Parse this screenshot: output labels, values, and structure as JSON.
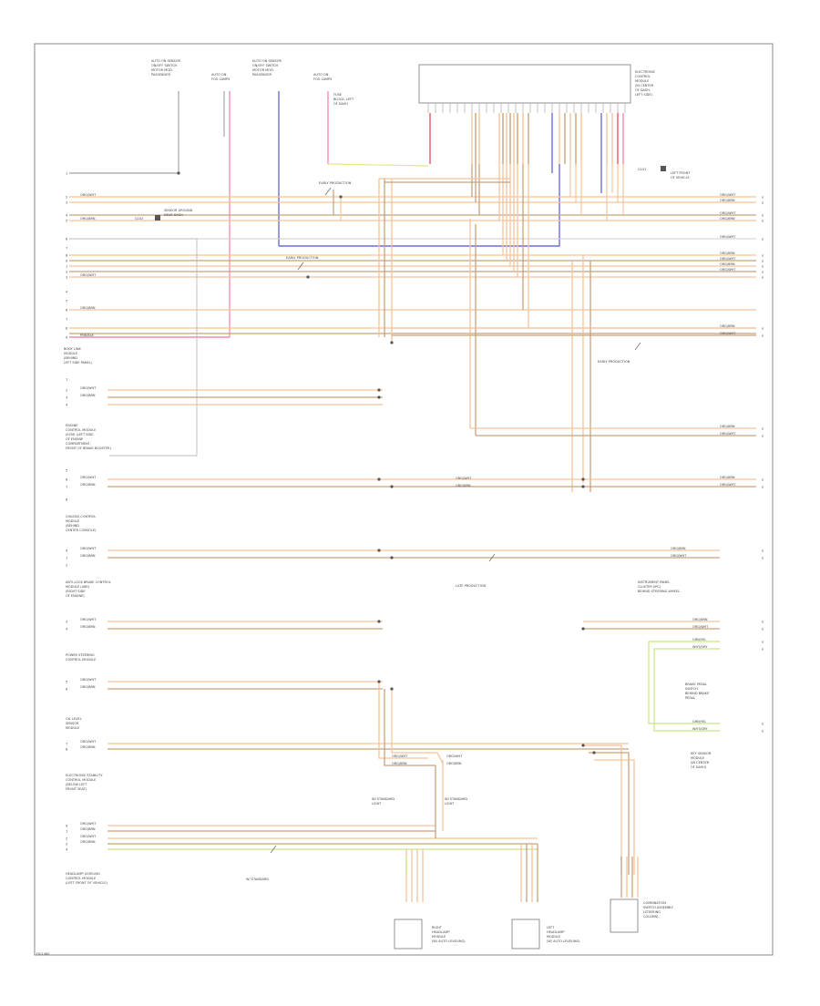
{
  "diagram": {
    "footer_code": "F0/1/WS",
    "top_fuse_labels": [
      "AUTO ON SENSOR\nON/OFF SWITCH\nMOTOR MOD.\nPASSENGER",
      "AUTO ON\nFOG LAMPS",
      "AUTO ON SENSOR\nON/OFF SWITCH\nMOTOR MOD.\nPASSENGER",
      "AUTO ON\nFOG LAMPS"
    ],
    "top_module": "ELECTRONIC\nCONTROL\nMODULE\n(IN CENTER\nOF DASH,\nLEFT SIDE)",
    "upper_right_ground": "G101\nLEFT FRONT\nOF VEHICLE",
    "top_left_ground": "G102\nSENSOR GROUND\nNEAR DASH",
    "left_modules": [
      "BODY LINK\nMODULE\n(BEHIND\nLEFT SIDE PANEL)",
      "ENGINE\nCONTROL MODULE\n(ECM) (LEFT SIDE\nOF ENGINE\nCOMPARTMENT,\nFRONT OF BRAKE BOOSTER)",
      "CHASSIS CONTROL\nMODULE\n(BEHIND\nCENTER CONSOLE)",
      "ANTI-LOCK BRAKE CONTROL\nMODULE (ABS)\n(RIGHT SIDE\nOF ENGINE)",
      "POWER STEERING\nCONTROL MODULE",
      "OIL LEVEL\nSENSOR\nMODULE",
      "ELECTRONIC STABILITY\nCONTROL MODULE\n(BELOW LEFT\nFRONT SEAT)",
      "HEADLAMP LEVELING\nCONTROL MODULE\n(LEFT FRONT OF VEHICLE)"
    ],
    "right_modules": [
      "INSTRUMENT PANEL\nCLUSTER (IPC)\nBEHIND STEERING WHEEL",
      "BRAKE PEDAL\nSWITCH\nBEHIND BRAKE\nPEDAL",
      "KEY SENSOR\nMODULE\n(IN CENTER\nOF DASH)"
    ],
    "bottom_modules": [
      "RIGHT\nHEADLAMP\nMODULE\n(W/ AUTO LEVELING)",
      "LEFT\nHEADLAMP\nMODULE\n(W/ AUTO LEVELING)",
      "COMBINATION\nSWITCH ASSEMBLY\n(STEERING\nCOLUMN)"
    ],
    "callouts": [
      "EARLY PRODUCTION",
      "EARLY PRODUCTION",
      "EARLY PRODUCTION",
      "LATE PRODUCTION",
      "W/ STANDARD\nLIGHT",
      "W/ STANDARD\nLIGHT",
      "W/ STANDARD"
    ],
    "wire_label_orange_white": "ORG/WHT",
    "wire_label_orange_brown": "ORG/BRN",
    "wire_label_green_yellow": "GRN/YEL",
    "wire_label_pink": "PNK/BLK",
    "wire_label_white": "WHT/GRY",
    "colors": {
      "orange": "#f5c49a",
      "orange_dark": "#e8a466",
      "tan": "#c8a27a",
      "green": "#c8e68a",
      "blue": "#6f6fd8",
      "pink": "#f48aa8",
      "red": "#e85a6a",
      "gray_line": "#b8b8b8",
      "frame": "#8a8a8a"
    }
  }
}
